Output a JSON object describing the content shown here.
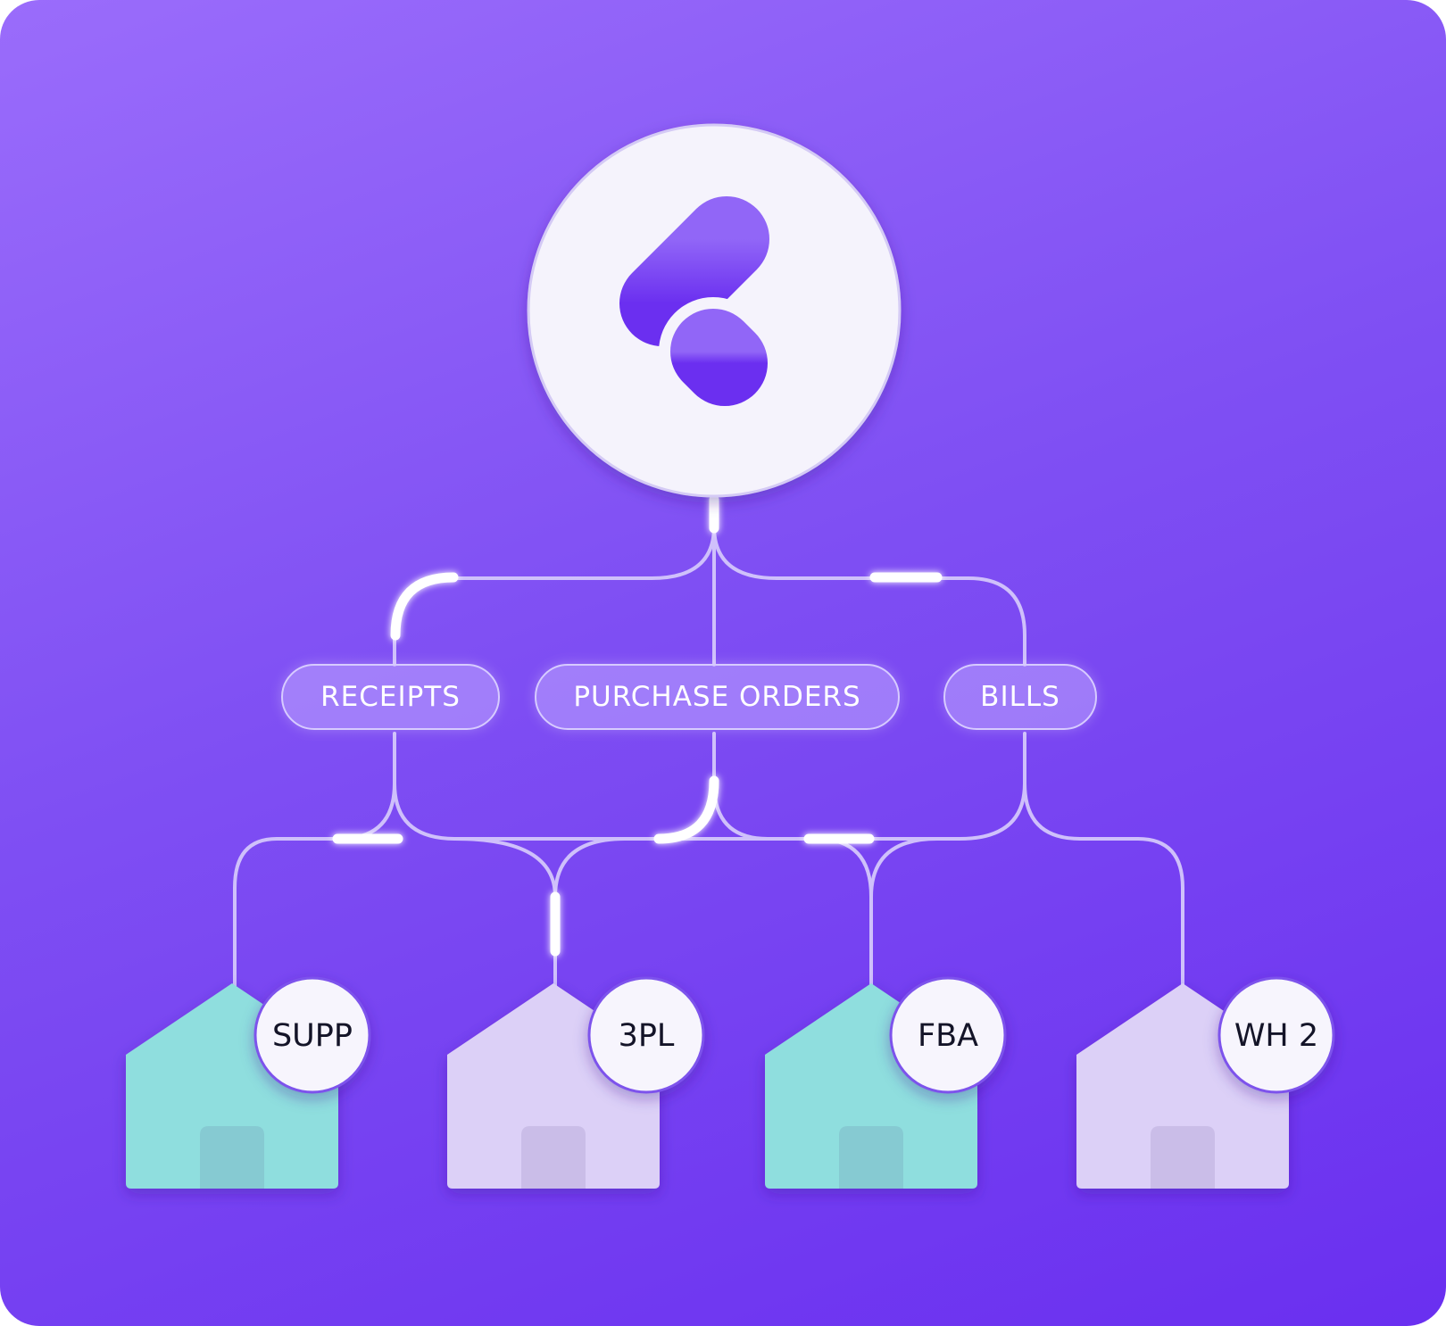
{
  "labels": {
    "receipts": "RECEIPTS",
    "purchase_orders": "PURCHASE ORDERS",
    "bills": "BILLS"
  },
  "locations": [
    {
      "name": "SUPP",
      "color": "#8fdede"
    },
    {
      "name": "3PL",
      "color": "#dcd0f7"
    },
    {
      "name": "FBA",
      "color": "#8fdede"
    },
    {
      "name": "WH 2",
      "color": "#dcd0f7"
    }
  ],
  "colors": {
    "background_top": "#9a6cfb",
    "background_bottom": "#6a2ff0",
    "logo_fill": "#7f4ff3",
    "connector": "#cfc0fb",
    "highlight": "#ffffff"
  },
  "icons": {
    "hub": "brand-logo-icon",
    "location": "warehouse-house-icon"
  }
}
